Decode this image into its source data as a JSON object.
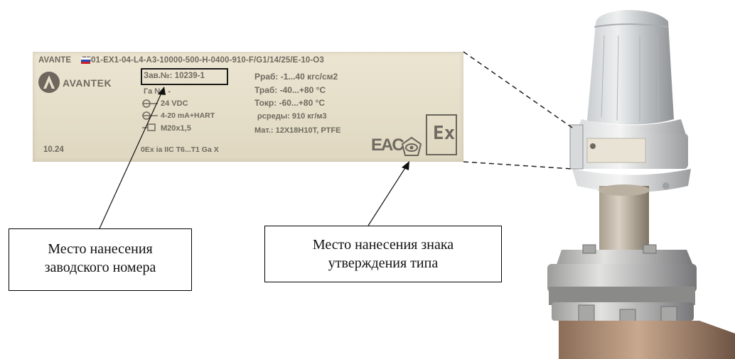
{
  "plate": {
    "model_prefix": "AVANTE",
    "model_rest": "7501-EX1-04-L4-A3-10000-500-H-0400-910-F/G1/14/25/E-10-O3",
    "logo_text": "AVANTEK",
    "serial": "Зав.№: 10239-1",
    "ga_number": "Га №: -",
    "power": "24 VDC",
    "output": "4-20 mA+HART",
    "thread": "M20x1,5",
    "ex_marking": "0Ex ia IIC T6...T1 Ga X",
    "date": "10.24",
    "p_work": "Рраб: -1...40 кгс/см2",
    "t_work": "Траб: -40...+80 °C",
    "t_ambient": "Токр: -60...+80 °C",
    "density": "ρсреды: 910 кг/м3",
    "material": "Мат.: 12Х18Н10Т, PTFE",
    "eac_mark": "EAC",
    "ex_symbol": "Ex"
  },
  "callouts": {
    "serial_place": [
      "Место нанесения",
      "заводского номера"
    ],
    "type_approval_place": [
      "Место нанесения знака",
      "утверждения типа"
    ]
  }
}
